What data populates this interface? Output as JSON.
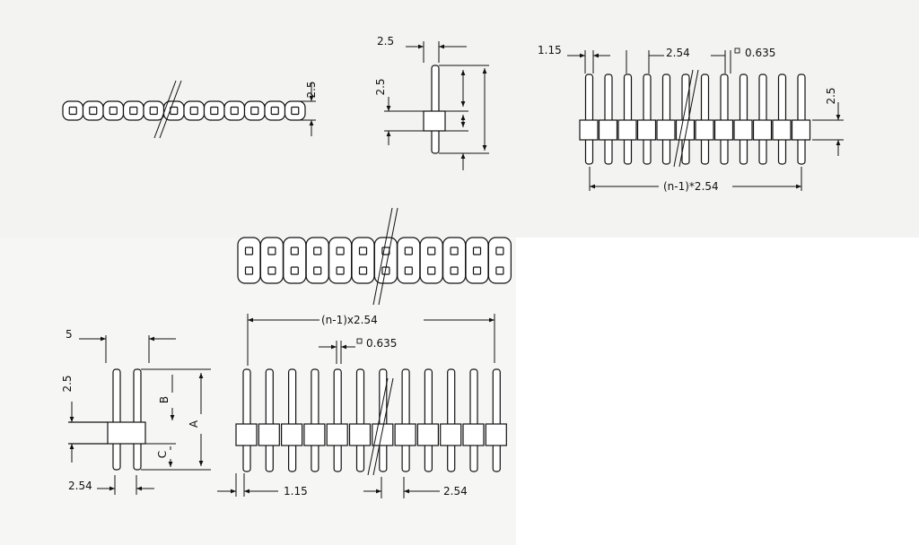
{
  "drawing": {
    "top_left_view": {
      "dim_height": "2.5",
      "pin_count": 12
    },
    "top_side_view": {
      "dim_width": "2.5",
      "dim_height": "2.5"
    },
    "top_front_view": {
      "dim_pin_width": "1.15",
      "dim_pitch": "2.54",
      "dim_pin_size": "0.635",
      "dim_body_height": "2.5",
      "dim_total": "(n-1)*2.54",
      "pin_count": 12
    },
    "bottom_top_view": {
      "rows": 2,
      "pin_count": 12
    },
    "bottom_side_view": {
      "dim_row_spacing_top": "5",
      "dim_body_height": "2.5",
      "dim_b": "B",
      "dim_a": "A",
      "dim_c": "C",
      "dim_row_pitch": "2.54"
    },
    "bottom_front_view": {
      "dim_total": "(n-1)x2.54",
      "dim_pin_size": "0.635",
      "dim_pin_width": "1.15",
      "dim_pitch": "2.54",
      "pin_count": 12
    }
  }
}
